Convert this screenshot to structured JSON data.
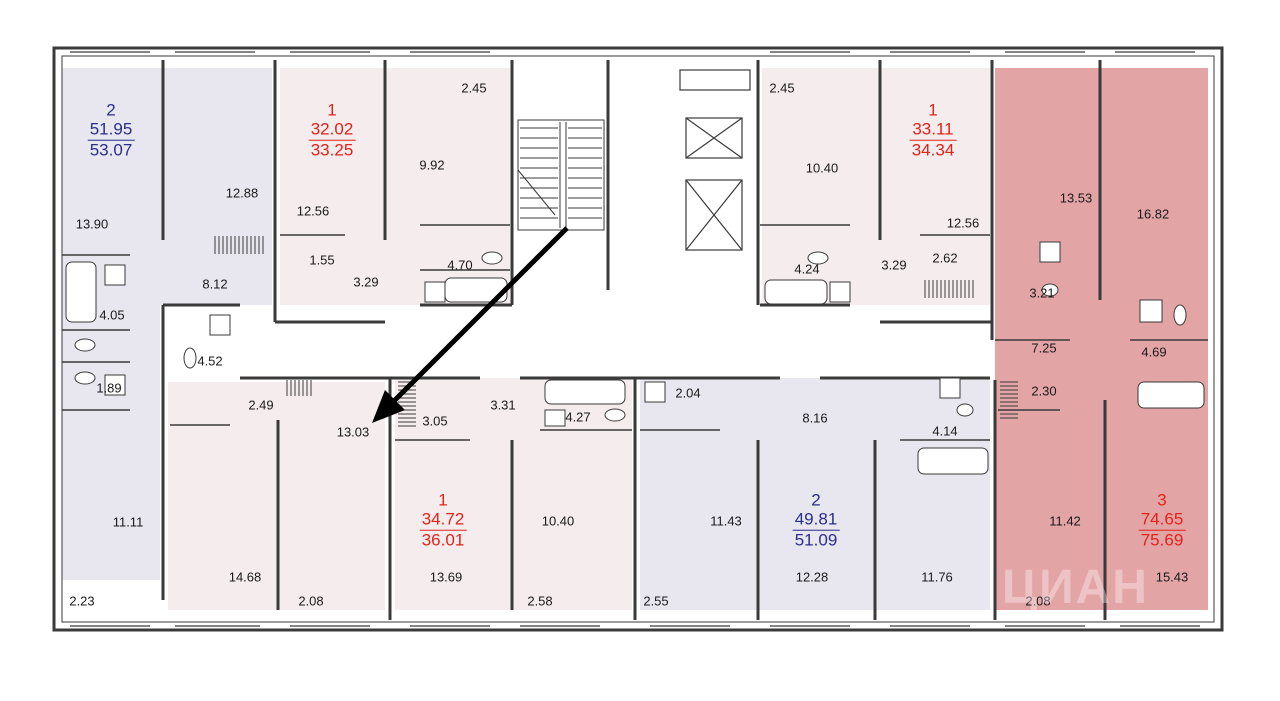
{
  "colors": {
    "wall": "#3a3a3a",
    "gray_apartment": "#e8e6ef",
    "pink_apartment": "#f5eced",
    "red_apartment": "#e3a4a6",
    "corridor": "#ffffff",
    "red_text": "#e2231a",
    "blue_text": "#2a2e8c",
    "arrow": "#000000"
  },
  "apartments": [
    {
      "rooms": "2",
      "area_living": "51.95",
      "area_total": "53.07",
      "color": "blue"
    },
    {
      "rooms": "1",
      "area_living": "32.02",
      "area_total": "33.25",
      "color": "red"
    },
    {
      "rooms": "1",
      "area_living": "33.11",
      "area_total": "34.34",
      "color": "red"
    },
    {
      "rooms": "1",
      "area_living": "34.72",
      "area_total": "36.01",
      "color": "red"
    },
    {
      "rooms": "2",
      "area_living": "49.81",
      "area_total": "51.09",
      "color": "blue"
    },
    {
      "rooms": "3",
      "area_living": "74.65",
      "area_total": "75.69",
      "color": "red"
    }
  ],
  "room_areas": [
    "13.90",
    "12.88",
    "8.12",
    "4.05",
    "1.89",
    "11.11",
    "2.23",
    "12.56",
    "1.55",
    "3.29",
    "9.92",
    "2.45",
    "4.70",
    "2.45",
    "10.40",
    "4.24",
    "3.29",
    "12.56",
    "2.62",
    "13.53",
    "16.82",
    "3.21",
    "7.25",
    "4.69",
    "2.30",
    "11.42",
    "15.43",
    "2.08",
    "4.52",
    "2.49",
    "14.68",
    "13.03",
    "2.08",
    "3.05",
    "3.31",
    "4.27",
    "13.69",
    "10.40",
    "2.58",
    "2.04",
    "8.16",
    "4.14",
    "11.43",
    "2.55",
    "12.28",
    "11.76"
  ],
  "watermark": "ЦИАН",
  "icons": [
    "stairs-icon",
    "elevator-icon",
    "bathtub-icon",
    "toilet-icon",
    "sink-icon",
    "stove-icon",
    "radiator-icon",
    "arrow-icon"
  ]
}
